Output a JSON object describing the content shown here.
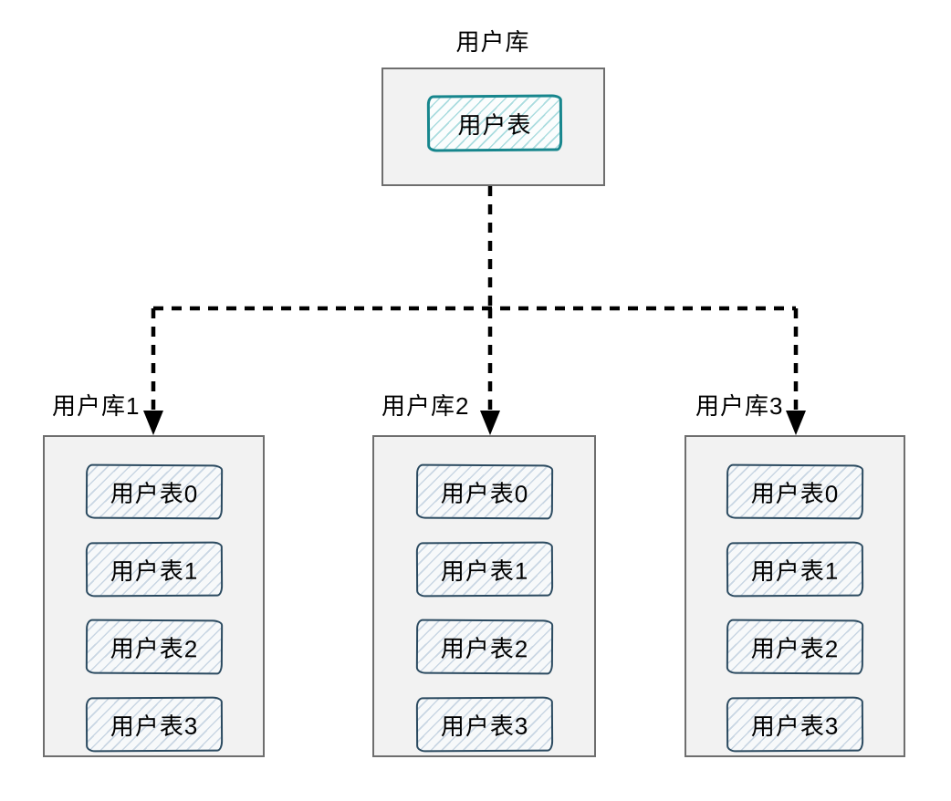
{
  "diagram": {
    "root": {
      "label": "用户库",
      "table_label": "用户表"
    },
    "shards": [
      {
        "label": "用户库1",
        "tables": [
          "用户表0",
          "用户表1",
          "用户表2",
          "用户表3"
        ]
      },
      {
        "label": "用户库2",
        "tables": [
          "用户表0",
          "用户表1",
          "用户表2",
          "用户表3"
        ]
      },
      {
        "label": "用户库3",
        "tables": [
          "用户表0",
          "用户表1",
          "用户表2",
          "用户表3"
        ]
      }
    ],
    "colors": {
      "canvas_bg": "#ffffff",
      "db_box_fill": "#f2f2f2",
      "db_box_border": "#6e6e6e",
      "root_table_border": "#17868d",
      "root_table_hatch": "#aadcdf",
      "shard_table_border": "#2b4a60",
      "shard_table_hatch": "#c9d6e3",
      "connector": "#000000",
      "text": "#000000"
    }
  }
}
